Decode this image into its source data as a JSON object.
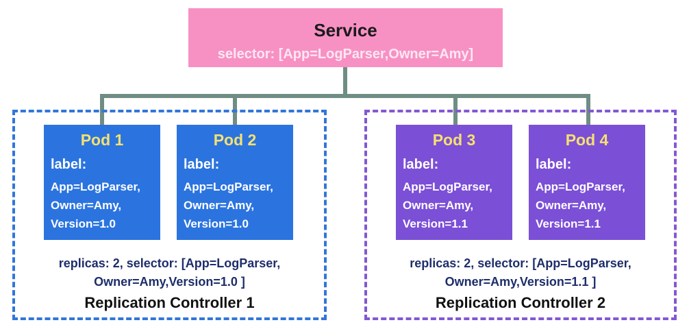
{
  "service": {
    "title": "Service",
    "selector": "selector: [App=LogParser,Owner=Amy]"
  },
  "controllers": [
    {
      "selector_line1": "replicas: 2, selector: [App=LogParser,",
      "selector_line2": "Owner=Amy,Version=1.0 ]",
      "name": "Replication Controller 1",
      "pods": [
        {
          "title": "Pod 1",
          "label": "label:",
          "lines": [
            "App=LogParser,",
            "Owner=Amy,",
            "Version=1.0"
          ]
        },
        {
          "title": "Pod 2",
          "label": "label:",
          "lines": [
            "App=LogParser,",
            "Owner=Amy,",
            "Version=1.0"
          ]
        }
      ]
    },
    {
      "selector_line1": "replicas: 2, selector: [App=LogParser,",
      "selector_line2": "Owner=Amy,Version=1.1 ]",
      "name": "Replication Controller 2",
      "pods": [
        {
          "title": "Pod 3",
          "label": "label:",
          "lines": [
            "App=LogParser,",
            "Owner=Amy,",
            "Version=1.1"
          ]
        },
        {
          "title": "Pod 4",
          "label": "label:",
          "lines": [
            "App=LogParser,",
            "Owner=Amy,",
            "Version=1.1"
          ]
        }
      ]
    }
  ],
  "colors": {
    "service_fill": "#f791c4",
    "connector": "#6f8d84",
    "rc1_border": "#3276d8",
    "rc2_border": "#8357d3",
    "pod_blue": "#2b74df",
    "pod_purple": "#7b4fd6",
    "pod_title": "#f6e071"
  }
}
